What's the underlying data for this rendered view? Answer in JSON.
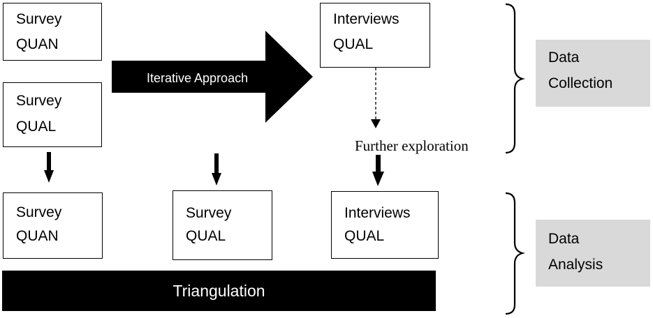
{
  "collection": {
    "survey_quan": {
      "line1": "Survey",
      "line2": "QUAN"
    },
    "survey_qual": {
      "line1": "Survey",
      "line2": "QUAL"
    },
    "interviews_qual": {
      "line1": "Interviews",
      "line2": "QUAL"
    },
    "iterative_label": "Iterative Approach",
    "further_label": "Further exploration"
  },
  "analysis": {
    "survey_quan": {
      "line1": "Survey",
      "line2": "QUAN"
    },
    "survey_qual": {
      "line1": "Survey",
      "line2": "QUAL"
    },
    "interviews_qual": {
      "line1": "Interviews",
      "line2": "QUAL"
    },
    "triangulation_label": "Triangulation"
  },
  "phases": {
    "data_collection": {
      "line1": "Data",
      "line2": "Collection"
    },
    "data_analysis": {
      "line1": "Data",
      "line2": "Analysis"
    }
  },
  "colors": {
    "phase_background": "#d9d9d9",
    "arrow_fill": "#000000"
  }
}
